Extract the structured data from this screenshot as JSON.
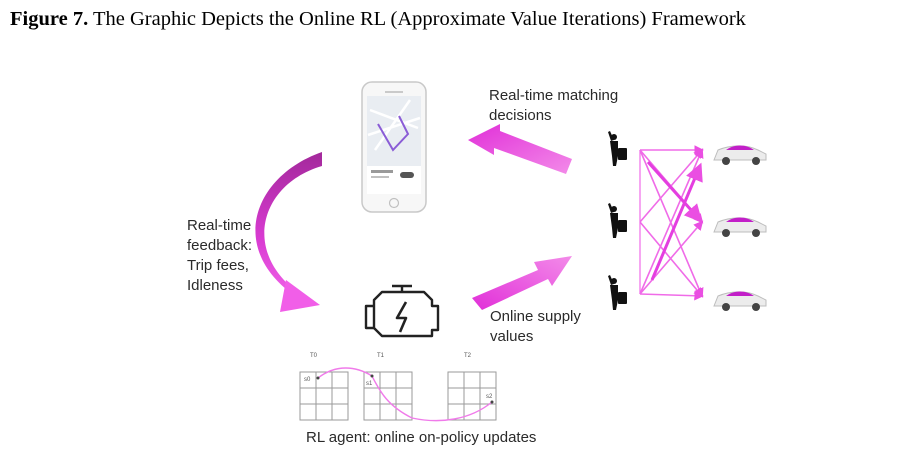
{
  "caption": {
    "figure_number": "Figure 7.",
    "text": "The Graphic Depicts the Online RL (Approximate Value Iterations) Framework"
  },
  "labels": {
    "matching": "Real-time matching\ndecisions",
    "feedback": "Real-time\nfeedback:\nTrip fees,\nIdleness",
    "supply": "Online supply\nvalues",
    "rl_agent": "RL agent: online on-policy updates"
  },
  "timeline": {
    "steps": [
      "T0",
      "T1",
      "T2"
    ],
    "states": [
      "s0",
      "s1",
      "s2"
    ]
  },
  "icons": [
    "smartphone-app-icon",
    "engine-icon",
    "passenger-icon",
    "car-icon",
    "grid-icon"
  ],
  "colors": {
    "accent": "#e43ee0",
    "accent_dark": "#a3299b",
    "link": "#f06be8",
    "text": "#2a2a2a"
  }
}
